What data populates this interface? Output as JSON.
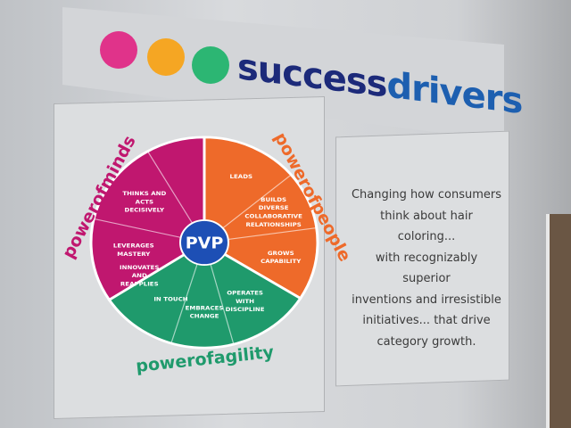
{
  "sign": {
    "brand_part1": "success",
    "brand_part2": "drivers",
    "dot_colors": [
      "#e0338a",
      "#f5a623",
      "#2cb673"
    ]
  },
  "wheel": {
    "center": "PVP",
    "groups": [
      {
        "label": "powerofminds",
        "color": "#c0176f"
      },
      {
        "label": "powerofpeople",
        "color": "#ee6a2a"
      },
      {
        "label": "powerofagility",
        "color": "#1f9a6c"
      }
    ],
    "segments": [
      "THINKS AND ACTS DECISIVELY",
      "LEVERAGES MASTERY",
      "INNOVATES AND REAPPLIES",
      "LEADS",
      "BUILDS DIVERSE COLLABORATIVE RELATIONSHIPS",
      "GROWS CAPABILITY",
      "IN TOUCH",
      "EMBRACES CHANGE",
      "OPERATES WITH DISCIPLINE"
    ]
  },
  "message": [
    "Changing how consumers",
    "think about hair coloring...",
    "with recognizably superior",
    "inventions and irresistible",
    "initiatives... that drive",
    "category growth."
  ]
}
